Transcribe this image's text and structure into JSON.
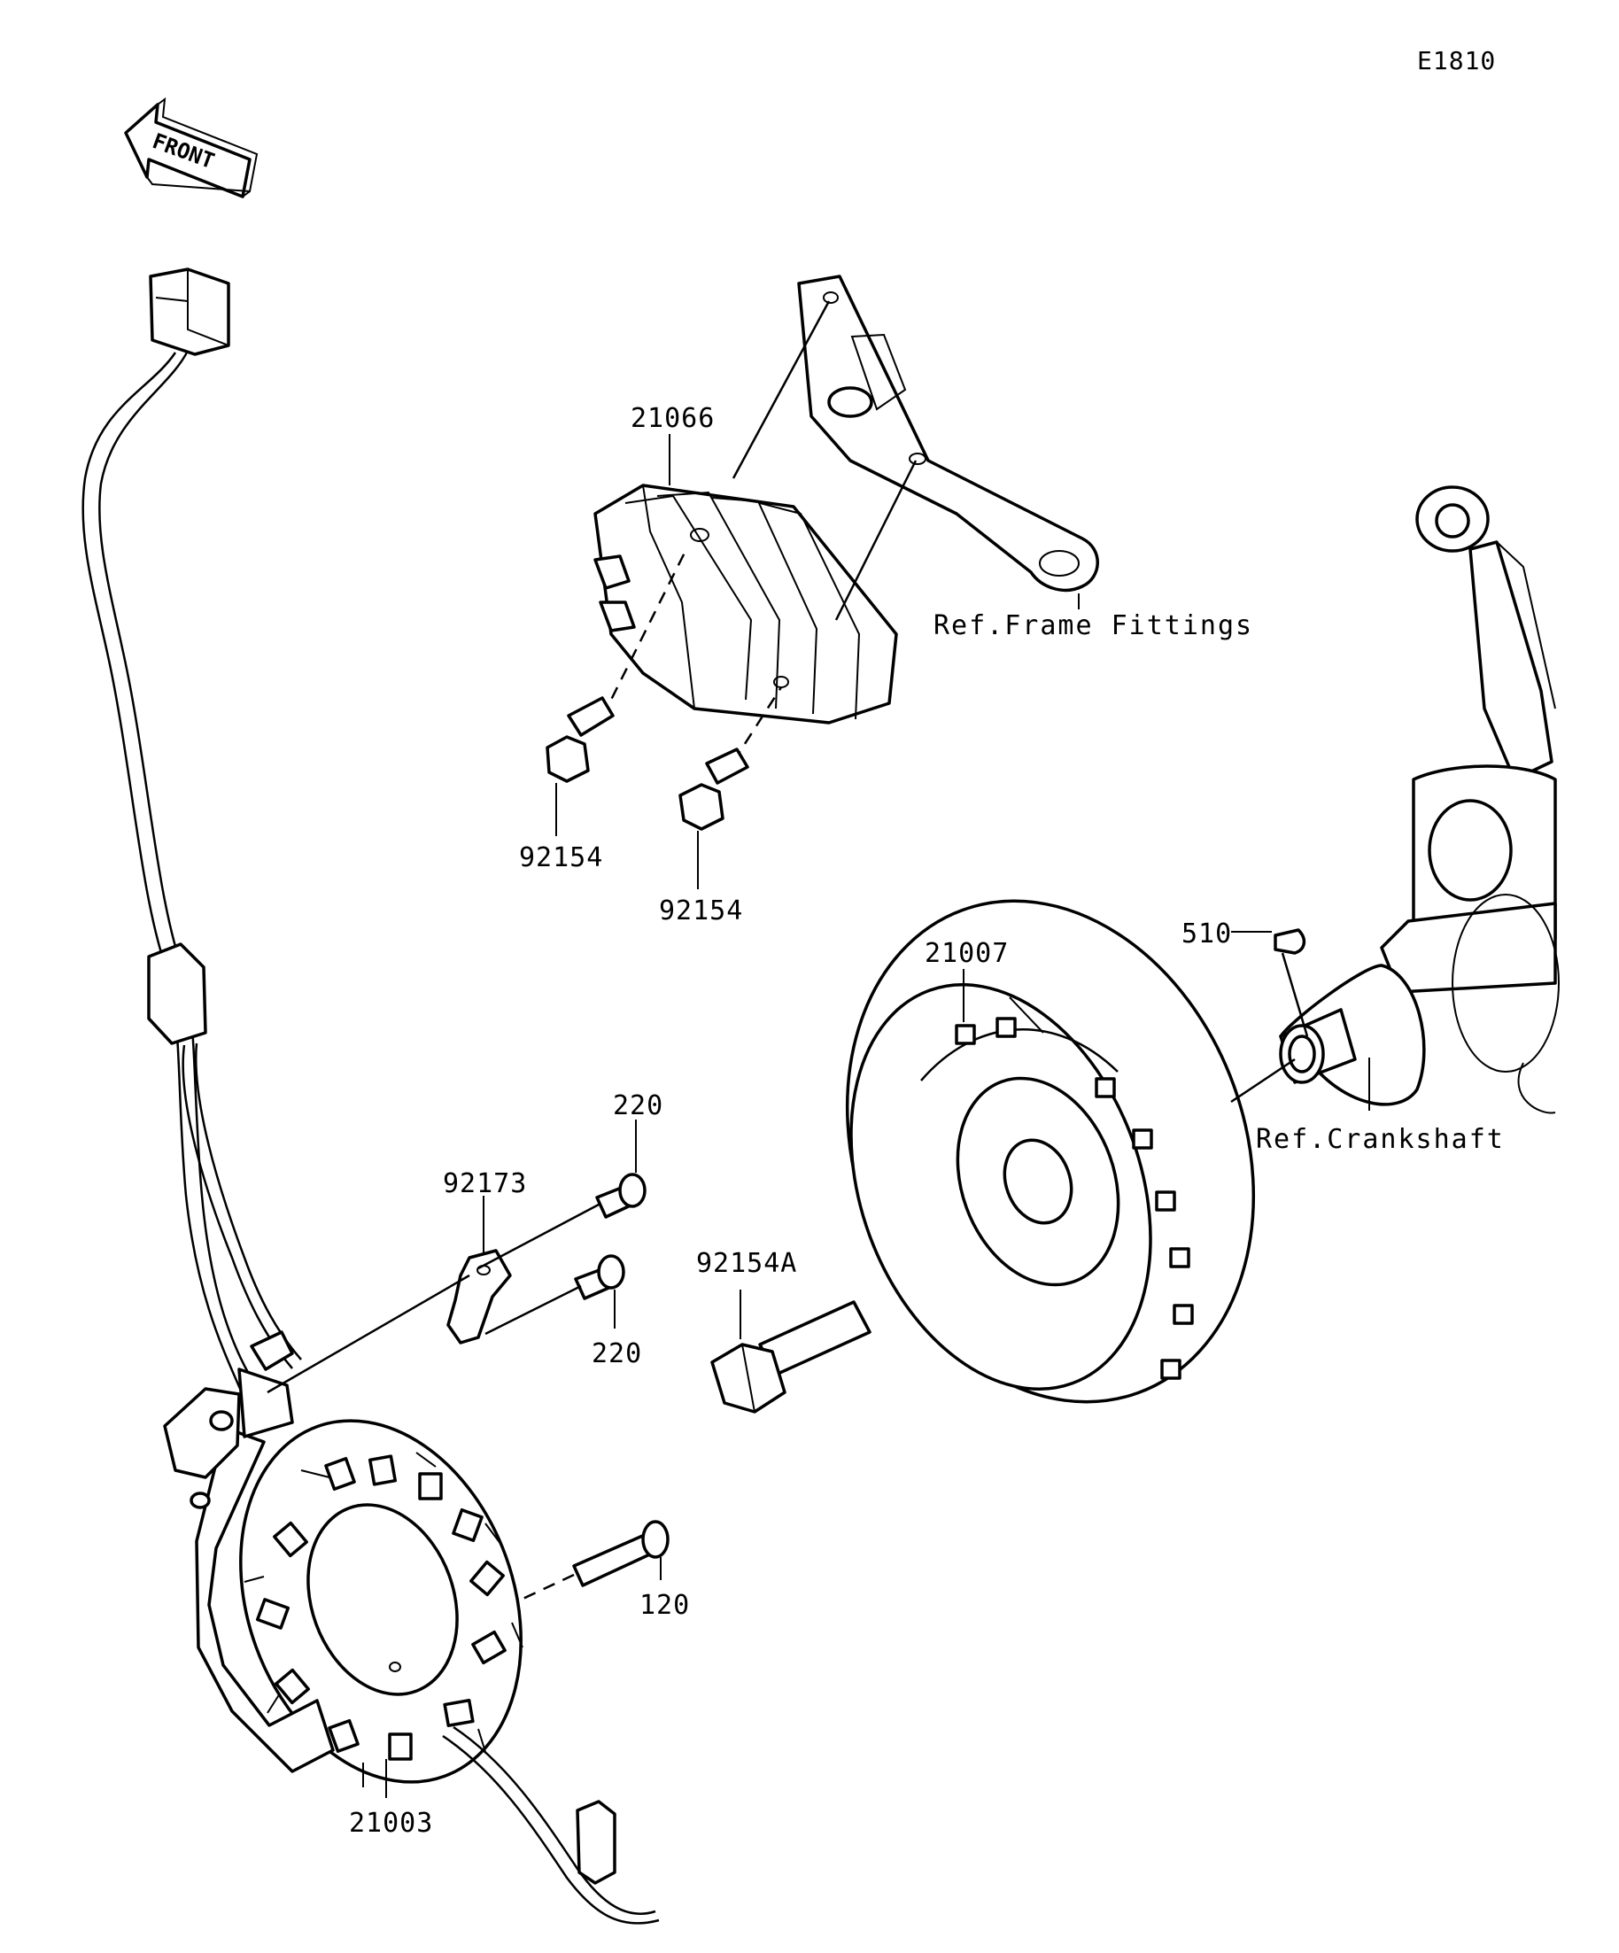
{
  "diagram_code": "E1810",
  "front_arrow_text": "FRONT",
  "labels": {
    "p21066": "21066",
    "frame_ref": "Ref.Frame Fittings",
    "p92154_a": "92154",
    "p92154_b": "92154",
    "p510": "510",
    "p21007": "21007",
    "crank_ref": "Ref.Crankshaft",
    "p220_a": "220",
    "p92173": "92173",
    "p220_b": "220",
    "p92154A": "92154A",
    "p120": "120",
    "p21003": "21003"
  }
}
